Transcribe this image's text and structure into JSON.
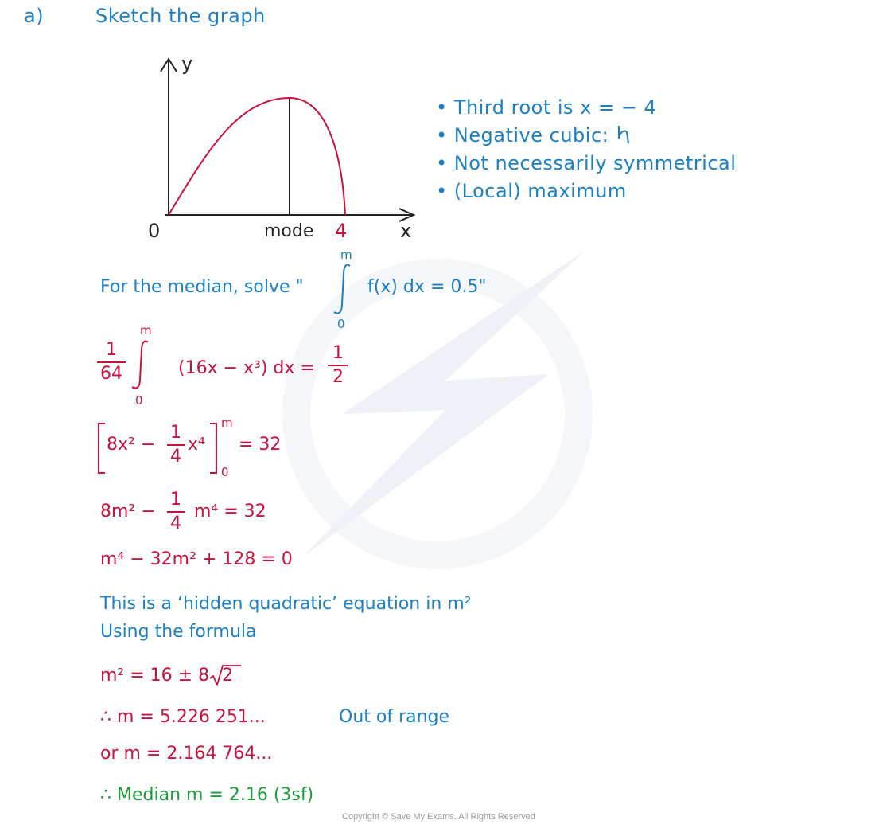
{
  "part": {
    "label": "a)",
    "instruction": "Sketch the graph"
  },
  "graph": {
    "y_label": "y",
    "x_label": "x",
    "origin_label": "0",
    "mode_label": "mode",
    "root_label": "4"
  },
  "bullets": [
    "Third root is x = − 4",
    "Negative cubic:",
    "Not necessarily symmetrical",
    "(Local) maximum"
  ],
  "median_intro": {
    "prefix": "For the median, solve \"",
    "integrand": "f(x)  dx = 0.5\"",
    "upper": "m",
    "lower": "0"
  },
  "step1": {
    "coef_num": "1",
    "coef_den": "64",
    "upper": "m",
    "lower": "0",
    "integrand": "(16x − x³) dx =",
    "rhs_num": "1",
    "rhs_den": "2"
  },
  "step2": {
    "term1": "8x² −",
    "frac_num": "1",
    "frac_den": "4",
    "term2": "x⁴",
    "upper": "m",
    "lower": "0",
    "rhs": "= 32"
  },
  "step3": {
    "term1": "8m² −",
    "frac_num": "1",
    "frac_den": "4",
    "term2": "m⁴  = 32"
  },
  "step4": "m⁴ − 32m² + 128 = 0",
  "note1": "This is a ‘hidden quadratic’ equation in m²",
  "note2": "Using the formula",
  "step5": {
    "lhs": "m² = 16 ± 8",
    "radicand": "2"
  },
  "step6": {
    "text": "∴ m = 5.226  251...",
    "note": "Out of range"
  },
  "step7": "or  m = 2.164  764...",
  "answer": "∴ Median  m = 2.16  (3sf)",
  "copyright": "Copyright © Save My Exams. All Rights Reserved",
  "colors": {
    "blue": "#1a7fc3",
    "red": "#c8123c",
    "green": "#1f9a3a",
    "black": "#222222"
  }
}
